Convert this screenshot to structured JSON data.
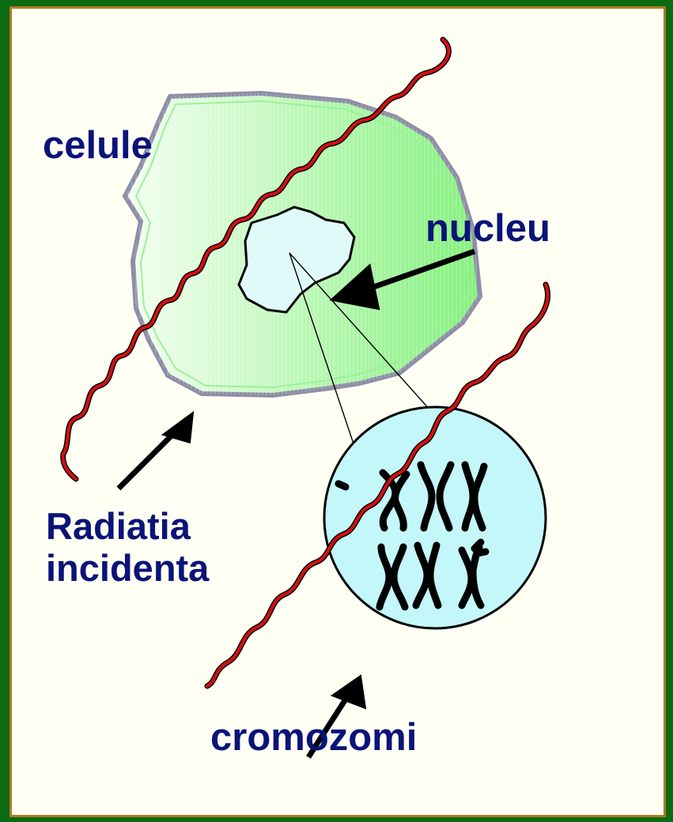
{
  "labels": {
    "cell": "celule",
    "nucleus": "nucleu",
    "incident_radiation_line1": "Radiatia",
    "incident_radiation_line2": "incidenta",
    "chromosomes": "cromozomi"
  },
  "colors": {
    "background_border": "#0b6a12",
    "panel_outline": "#b27a22",
    "panel_fill": "#fffff4",
    "cell_fill_light": "#f4fff2",
    "cell_fill_dark": "#82f07a",
    "cell_outline": "#8e8ea6",
    "nucleus_fill": "#e0fafa",
    "chromosome_circle_fill": "#c4f7f9",
    "radiation_wave": "#d40f0f",
    "label_text": "#0a1378",
    "arrows": "#000000"
  },
  "icons": {
    "radiation": "wavy-ray-icon",
    "chromosome": "x-shaped-chromosome-icon"
  },
  "diagram": {
    "chromosome_count": 6,
    "radiation_rays": 2
  }
}
